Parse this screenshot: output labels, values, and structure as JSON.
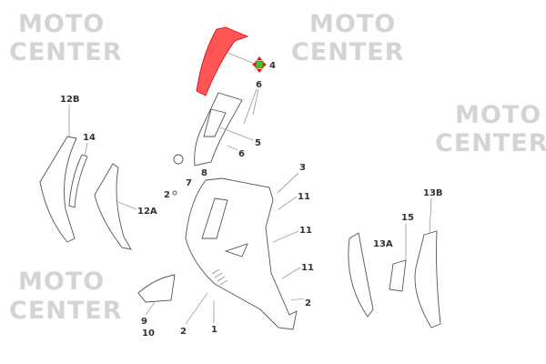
{
  "watermark": {
    "line1": "MOTO",
    "line2": "CENTER"
  },
  "highlight_color": "#ff3333",
  "marker_color": "#33cc33",
  "callouts": {
    "c12B": "12B",
    "c14": "14",
    "c12A": "12A",
    "c4": "4",
    "c6a": "6",
    "c5": "5",
    "c6b": "6",
    "c7": "7",
    "c8": "8",
    "c2a": "2",
    "c3": "3",
    "c11a": "11",
    "c11b": "11",
    "c11c": "11",
    "c2b": "2",
    "c9": "9",
    "c10": "10",
    "c2c": "2",
    "c1": "1",
    "c15": "15",
    "c13A": "13A",
    "c13B": "13B"
  }
}
